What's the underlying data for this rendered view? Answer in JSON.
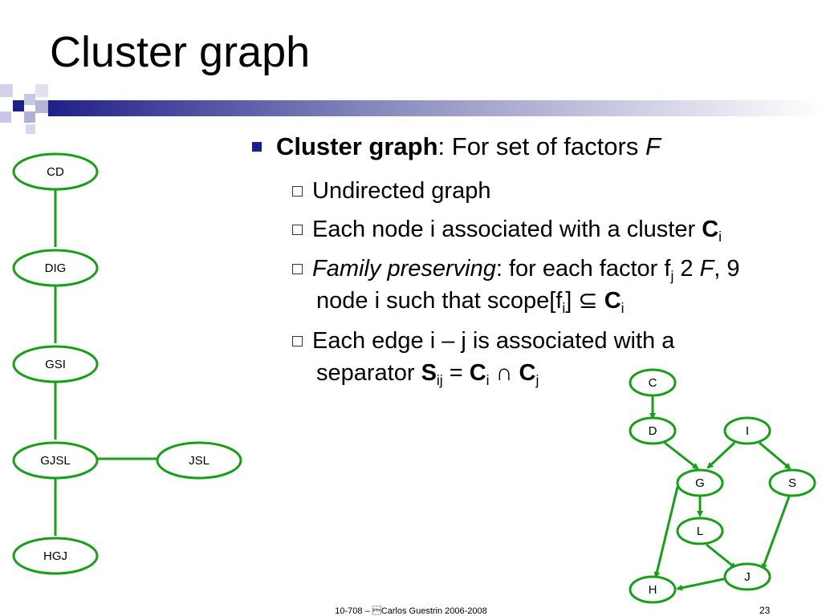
{
  "slide": {
    "title": "Cluster graph",
    "bullet_main": {
      "term": "Cluster graph",
      "text": ": For set of factors ",
      "var": "F"
    },
    "sub_bullets": {
      "undirected": "Undirected graph",
      "node_prefix": "Each node i associated with a cluster ",
      "node_C": "C",
      "node_sub": "i",
      "fam_term": "Family preserving",
      "fam_text": ": for each factor f",
      "fam_sub": "j",
      "fam_text2": " 2 ",
      "fam_F": "F",
      "fam_text3": ",   9",
      "fam_line2": "node i such that scope[f",
      "fam_line2_sub": "i",
      "fam_line2_end": "] ",
      "fam_subset": "⊆",
      "fam_C": "C",
      "fam_C_sub": "i",
      "edge_line1": "Each edge i – j is associated with a",
      "edge_line2": "separator ",
      "edge_S": "S",
      "edge_S_sub": "ij",
      "edge_eq": " = ",
      "edge_C1": "C",
      "edge_C1_sub": "i",
      "edge_cap": " ∩ ",
      "edge_C2": "C",
      "edge_C2_sub": "j"
    },
    "footer": "10-708 – \u0002Carlos Guestrin 2006-2008",
    "page_number": "23"
  },
  "colors": {
    "graph_green": "#1a9e1a",
    "bullet_navy": "#1b1f8a",
    "text_blue": "#1a1a8c"
  },
  "cluster_graph": {
    "nodes": [
      "CD",
      "DIG",
      "GSI",
      "GJSL",
      "JSL",
      "HGJ"
    ],
    "edges": [
      [
        "CD",
        "DIG"
      ],
      [
        "DIG",
        "GSI"
      ],
      [
        "GSI",
        "GJSL"
      ],
      [
        "GJSL",
        "JSL"
      ],
      [
        "GJSL",
        "HGJ"
      ]
    ]
  },
  "bayes_net": {
    "nodes": [
      "C",
      "D",
      "I",
      "G",
      "S",
      "L",
      "J",
      "H"
    ],
    "edges": [
      [
        "C",
        "D"
      ],
      [
        "D",
        "G"
      ],
      [
        "I",
        "G"
      ],
      [
        "I",
        "S"
      ],
      [
        "G",
        "L"
      ],
      [
        "G",
        "H"
      ],
      [
        "L",
        "J"
      ],
      [
        "S",
        "J"
      ],
      [
        "J",
        "H"
      ]
    ]
  }
}
